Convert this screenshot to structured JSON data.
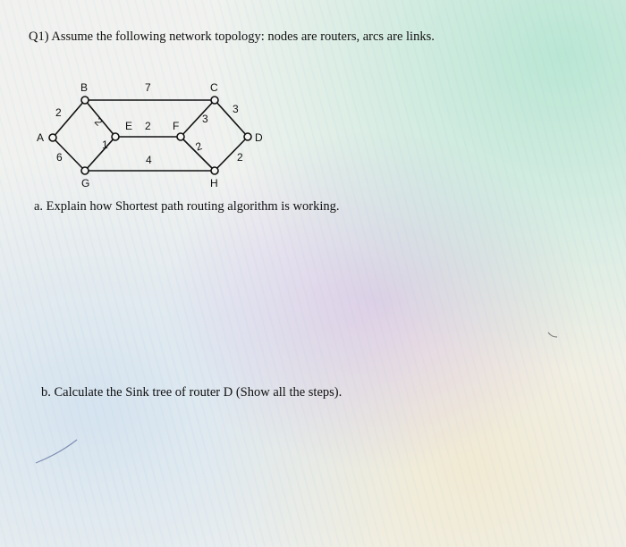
{
  "question": {
    "title": "Q1) Assume the following network topology: nodes are routers, arcs are links.",
    "part_a": "a. Explain how Shortest path routing algorithm is working.",
    "part_b": "b. Calculate the Sink tree of router D (Show all the steps)."
  },
  "topology": {
    "nodes": [
      "A",
      "B",
      "C",
      "D",
      "E",
      "F",
      "G",
      "H"
    ],
    "links": [
      {
        "from": "B",
        "to": "C",
        "weight": "7"
      },
      {
        "from": "A",
        "to": "B",
        "weight": "2"
      },
      {
        "from": "B",
        "to": "E",
        "weight": "2"
      },
      {
        "from": "E",
        "to": "F",
        "weight": "2"
      },
      {
        "from": "F",
        "to": "C",
        "weight": "3"
      },
      {
        "from": "C",
        "to": "D",
        "weight": "3"
      },
      {
        "from": "A",
        "to": "G",
        "weight": "6"
      },
      {
        "from": "E",
        "to": "G",
        "weight": "1"
      },
      {
        "from": "G",
        "to": "H",
        "weight": "4"
      },
      {
        "from": "F",
        "to": "H",
        "weight": "2"
      },
      {
        "from": "D",
        "to": "H",
        "weight": "2"
      }
    ]
  }
}
